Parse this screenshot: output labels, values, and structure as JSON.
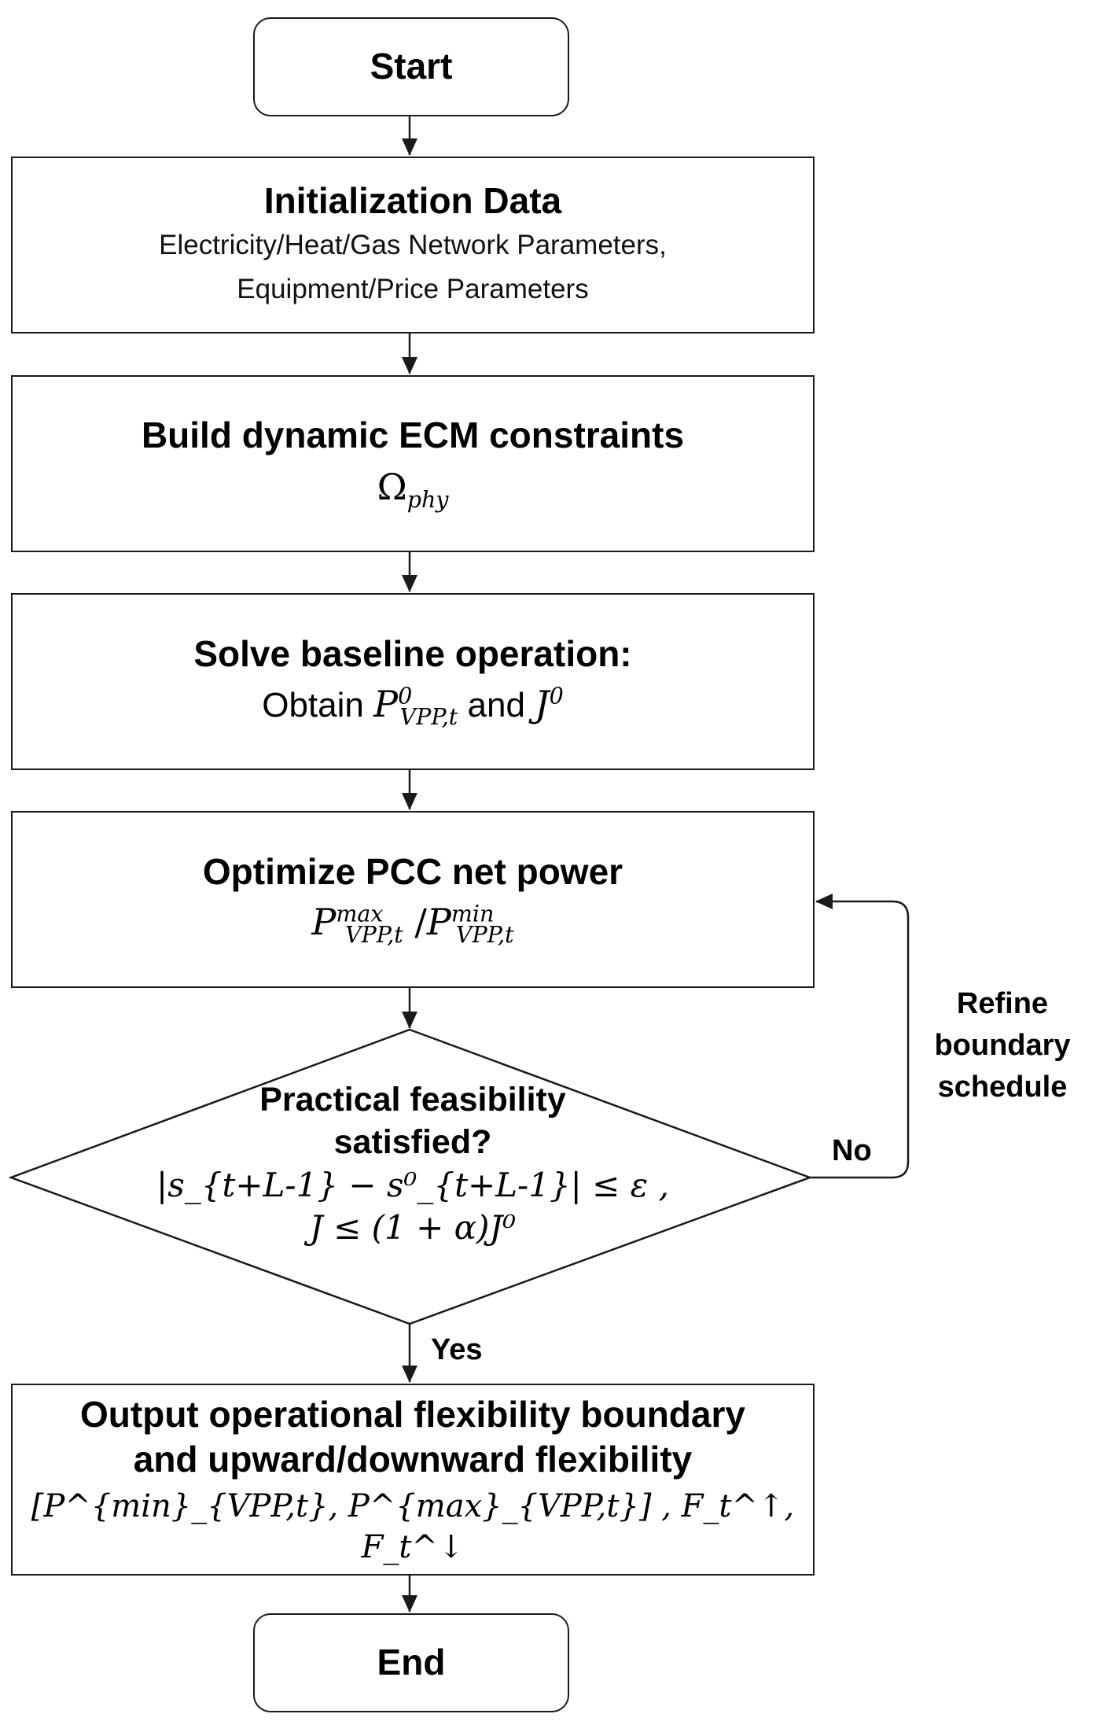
{
  "start": {
    "label": "Start"
  },
  "init": {
    "title": "Initialization Data",
    "line1": "Electricity/Heat/Gas Network Parameters,",
    "line2": "Equipment/Price Parameters"
  },
  "build": {
    "title": "Build dynamic ECM constraints",
    "symbol": "Ω",
    "symbol_sub": "phy"
  },
  "solve": {
    "title": "Solve baseline operation:",
    "obtain": "Obtain",
    "p_var": "P",
    "p_sup": "0",
    "p_sub": "VPP,t",
    "and": "and",
    "j_var": "J",
    "j_sup": "0"
  },
  "optimize": {
    "title": "Optimize PCC net power",
    "p_var": "P",
    "max_sup": "max",
    "min_sup": "min",
    "p_sub": "VPP,t",
    "sep": "/"
  },
  "decision": {
    "line1": "Practical feasibility",
    "line2": "satisfied?",
    "cond1": "|s_{t+L-1} − s⁰_{t+L-1}| ≤ ε ,",
    "cond2": "J ≤ (1 + α)J⁰",
    "no_label": "No",
    "yes_label": "Yes"
  },
  "refine": {
    "line1": "Refine",
    "line2": "boundary",
    "line3": "schedule"
  },
  "output": {
    "line1": "Output operational flexibility boundary",
    "line2": "and upward/downward flexibility",
    "formula": "[P^{min}_{VPP,t}, P^{max}_{VPP,t}] , F_t^↑, F_t^↓"
  },
  "end": {
    "label": "End"
  }
}
